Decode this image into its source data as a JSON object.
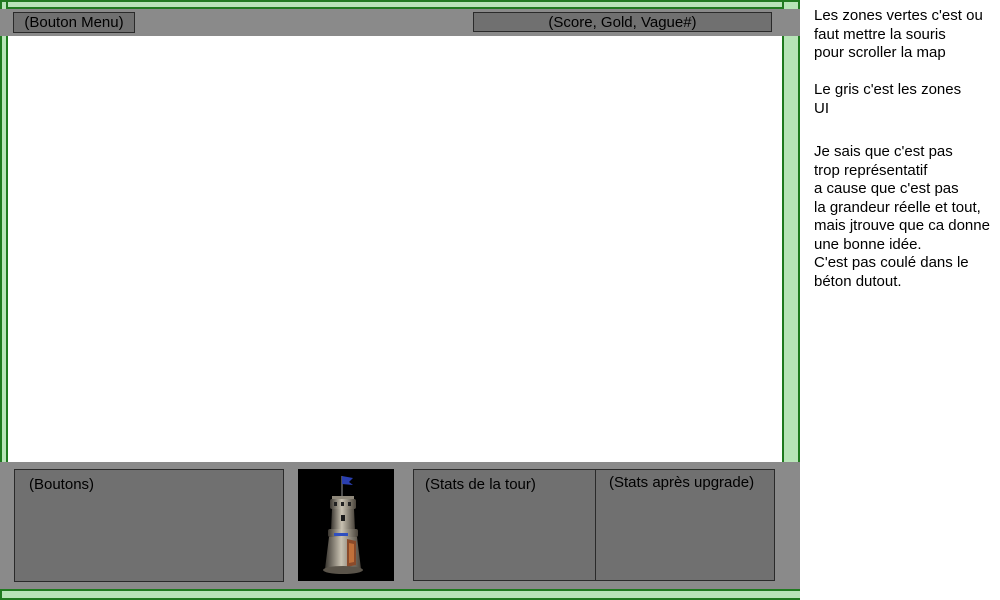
{
  "top": {
    "menu_button": "(Bouton Menu)",
    "hud_label": "(Score, Gold, Vague#)"
  },
  "bottom": {
    "buttons_label": "(Boutons)",
    "tower_stats_label": "(Stats de la tour)",
    "upgrade_stats_label": "(Stats après upgrade)",
    "tower_image": "tower-icon"
  },
  "notes": {
    "green_zones": [
      "Les zones vertes c'est ou",
      "faut mettre la souris",
      "pour scroller la map"
    ],
    "gray_zones": [
      "Le gris c'est les zones",
      "UI"
    ],
    "disclaimer": [
      "Je sais que c'est pas",
      "trop représentatif",
      "a cause que c'est pas",
      "la grandeur réelle et tout,",
      "mais jtrouve que ca donne",
      "une bonne idée.",
      "C'est pas coulé dans le",
      "béton dutout."
    ]
  },
  "colors": {
    "scroll_zone": "#b7e4b7",
    "scroll_border": "#1f7a1f",
    "ui_zone": "#8a8a8a",
    "ui_box": "#707070"
  }
}
